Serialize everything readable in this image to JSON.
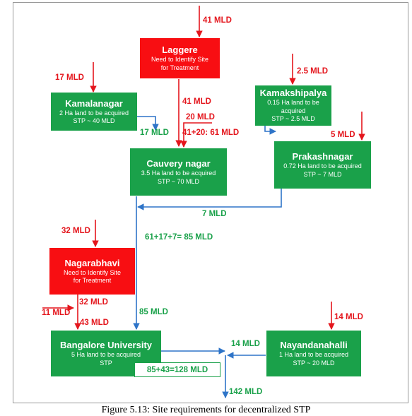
{
  "nodes": {
    "laggere": {
      "title": "Laggere",
      "line1": "Need to Identify Site",
      "line2": "for Treatment"
    },
    "kamalanagar": {
      "title": "Kamalanagar",
      "line1": "2 Ha land to be acquired",
      "line2": "STP ~ 40 MLD"
    },
    "kamakshipalya": {
      "title": "Kamakshipalya",
      "line1": "0.15 Ha land to be acquired",
      "line2": "STP ~ 2.5 MLD"
    },
    "cauvery_nagar": {
      "title": "Cauvery nagar",
      "line1": "3.5 Ha land to be acquired",
      "line2": "STP ~ 70 MLD"
    },
    "prakashnagar": {
      "title": "Prakashnagar",
      "line1": "0.72 Ha land to be acquired",
      "line2": "STP ~ 7 MLD"
    },
    "nagarabhavi": {
      "title": "Nagarabhavi",
      "line1": "Need to Identify Site",
      "line2": "for Treatment"
    },
    "bangalore_university": {
      "title": "Bangalore University",
      "line1": "5 Ha land to be acquired",
      "line2": "STP"
    },
    "nayandanahalli": {
      "title": "Nayandanahalli",
      "line1": "1 Ha land to be acquired",
      "line2": "STP ~ 20 MLD"
    }
  },
  "flows": {
    "laggere_in": "41 MLD",
    "kamalanagar_in": "17 MLD",
    "kamakshipalya_in": "2.5 MLD",
    "laggere_out": "41 MLD",
    "side_inflow_20": "20 MLD",
    "kamalanagar_to_cauvery": "17 MLD",
    "cauvery_in_total": "41+20: 61 MLD",
    "prakashnagar_in": "5 MLD",
    "prakashnagar_out": "7 MLD",
    "nagarabhavi_in": "32 MLD",
    "cauvery_sum": "61+17+7= 85 MLD",
    "nagarabhavi_out": "32 MLD",
    "side_inflow_11": "11 MLD",
    "university_in_red": "43 MLD",
    "cauvery_to_university": "85 MLD",
    "nayandanahalli_in": "14 MLD",
    "nayandanahalli_out": "14 MLD",
    "university_sum": "85+43=128 MLD",
    "final_out": "142 MLD"
  },
  "caption": "Figure 5.13: Site requirements for decentralized STP",
  "colors": {
    "green": "#1aa14a",
    "red": "#f80e12",
    "label_red": "#e4161d",
    "arrow_blue": "#2e74c8"
  }
}
